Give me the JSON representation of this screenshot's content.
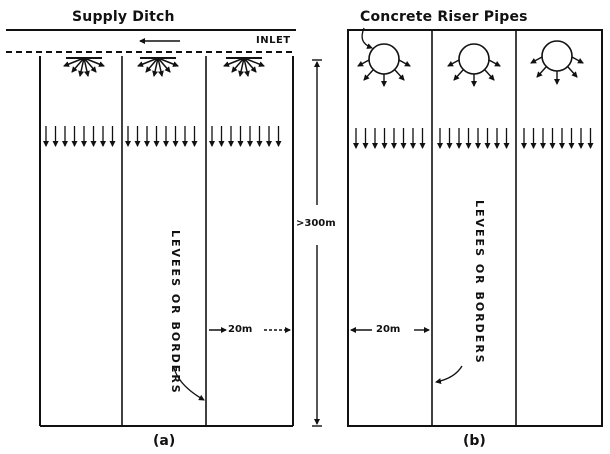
{
  "panel_a": {
    "title": "Supply Ditch",
    "inlet_label": "INLET",
    "levee_label": "LEVEES OR BORDERS",
    "width_label": "20m",
    "length_label": ">300m",
    "caption": "(a)"
  },
  "panel_b": {
    "title": "Concrete Riser Pipes",
    "levee_label": "LEVEES OR BORDERS",
    "width_label": "20m",
    "caption": "(b)"
  },
  "colors": {
    "ink": "#111111",
    "background": "#ffffff"
  },
  "icons": [
    "flow-arrow-icon",
    "riser-pipe-icon",
    "outlet-spray-icon"
  ]
}
